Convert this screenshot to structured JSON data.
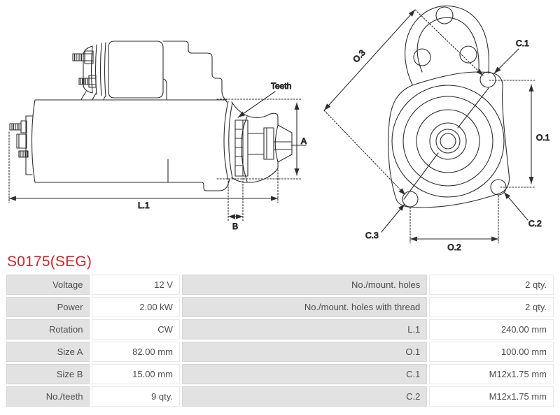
{
  "part": {
    "title": "S0175(SEG)"
  },
  "colors": {
    "accent_red": "#c9252b",
    "drawing_line": "#2d2d2d",
    "table_label_bg": "#e2e2e2",
    "table_label_border": "#d5d5d5",
    "table_value_border": "#e8e8e8",
    "table_text": "#4d4d4d"
  },
  "diagram": {
    "side_view": {
      "teeth_label": "Teeth",
      "dim_a": "A",
      "dim_b": "B",
      "dim_l1": "L.1"
    },
    "front_view": {
      "dim_o3": "O.3",
      "dim_c1": "C.1",
      "dim_o1": "O.1",
      "dim_c2": "C.2",
      "dim_c3": "C.3",
      "dim_o2": "O.2"
    }
  },
  "table": {
    "rows": [
      {
        "left_label": "Voltage",
        "left_value": "12 V",
        "right_label": "No./mount. holes",
        "right_value": "2 qty."
      },
      {
        "left_label": "Power",
        "left_value": "2.00 kW",
        "right_label": "No./mount. holes with thread",
        "right_value": "2 qty."
      },
      {
        "left_label": "Rotation",
        "left_value": "CW",
        "right_label": "L.1",
        "right_value": "240.00 mm"
      },
      {
        "left_label": "Size A",
        "left_value": "82.00 mm",
        "right_label": "O.1",
        "right_value": "100.00 mm"
      },
      {
        "left_label": "Size B",
        "left_value": "15.00 mm",
        "right_label": "C.1",
        "right_value": "M12x1.75 mm"
      },
      {
        "left_label": "No./teeth",
        "left_value": "9 qty.",
        "right_label": "C.2",
        "right_value": "M12x1.75 mm"
      }
    ]
  }
}
